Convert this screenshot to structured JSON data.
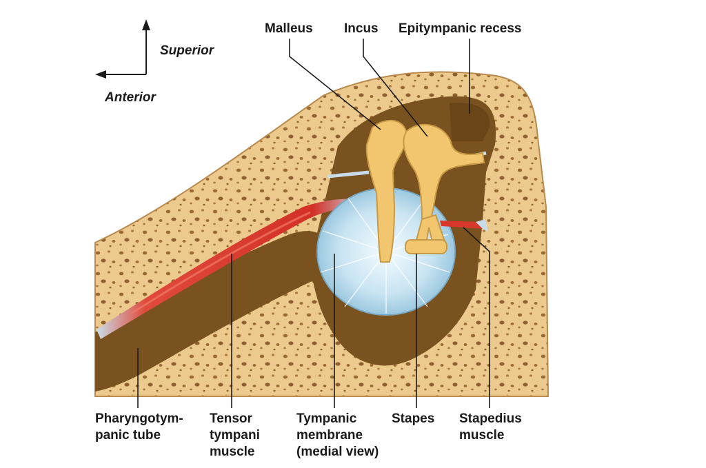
{
  "orientation": {
    "superior": "Superior",
    "anterior": "Anterior"
  },
  "labels": {
    "malleus": "Malleus",
    "incus": "Incus",
    "epitympanic_recess": "Epitympanic recess",
    "pharyngotympanic_tube": [
      "Pharyngotym-",
      "panic tube"
    ],
    "tensor_tympani": [
      "Tensor",
      "tympani",
      "muscle"
    ],
    "tympanic_membrane": [
      "Tympanic",
      "membrane",
      "(medial view)"
    ],
    "stapes": "Stapes",
    "stapedius": [
      "Stapedius",
      "muscle"
    ]
  },
  "colors": {
    "bone": "#ecc98c",
    "bone_dark": "#b98a4e",
    "cavity": "#7a5220",
    "ossicle": "#f2c66e",
    "membrane": "#b9dbec",
    "muscle": "#d8382c",
    "line": "#1a1a1a"
  }
}
